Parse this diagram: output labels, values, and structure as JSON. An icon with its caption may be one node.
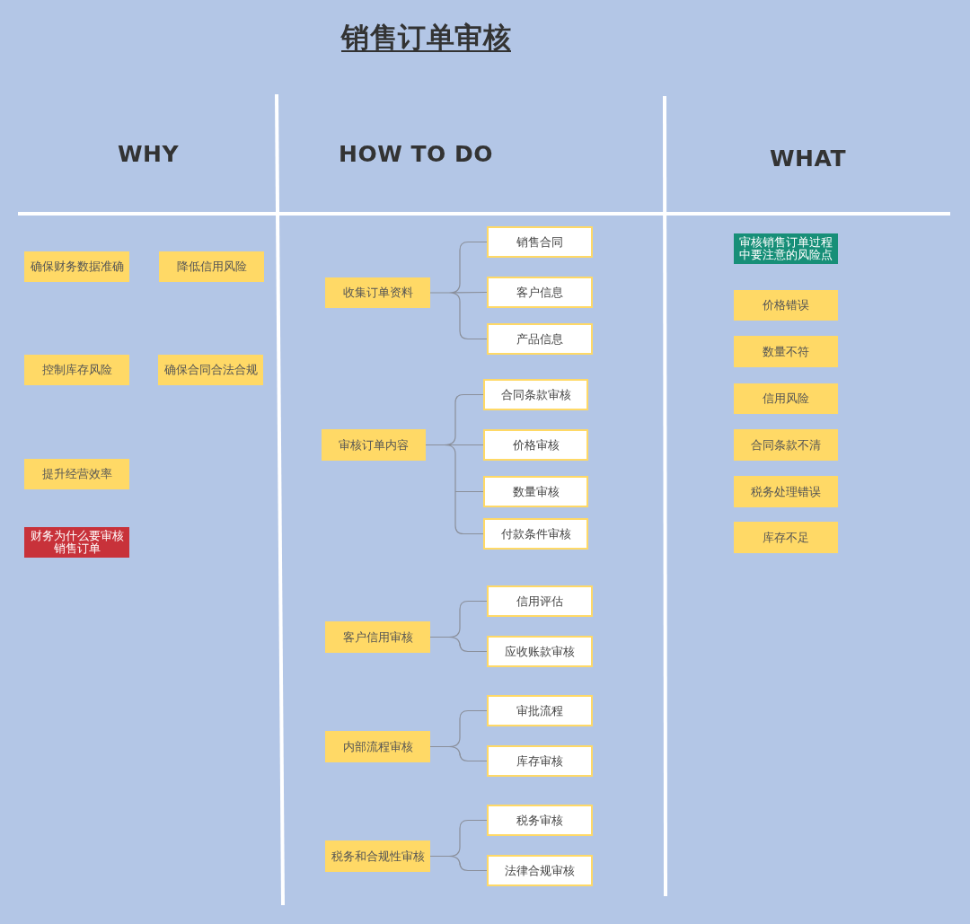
{
  "diagram": {
    "title": "销售订单审核",
    "nodes": [
      {
        "text": [
          "确保财务数据准确"
        ]
      },
      {
        "text": [
          "降低信用风险"
        ]
      },
      {
        "text": [
          "控制库存风险"
        ]
      },
      {
        "text": [
          "确保合同合法合规"
        ]
      },
      {
        "text": [
          "提升经营效率"
        ]
      },
      {
        "text": [
          "财务为什么要审核销售订单"
        ]
      },
      {
        "text": [
          "收集订单资料"
        ]
      },
      {
        "text": [
          "销售合同"
        ]
      },
      {
        "text": [
          "客户信息"
        ]
      },
      {
        "text": [
          "产品信息"
        ]
      },
      {
        "text": [
          "审核订单内容"
        ]
      },
      {
        "text": [
          "合同条款审核"
        ]
      },
      {
        "text": [
          "价格审核"
        ]
      },
      {
        "text": [
          "数量审核"
        ]
      },
      {
        "text": [
          "付款条件审核"
        ]
      },
      {
        "text": [
          "客户信用审核"
        ]
      },
      {
        "text": [
          "信用评估"
        ]
      },
      {
        "text": [
          "应收账款审核"
        ]
      },
      {
        "text": [
          "内部流程审核"
        ]
      },
      {
        "text": [
          "审批流程"
        ]
      },
      {
        "text": [
          "库存审核"
        ]
      },
      {
        "text": [
          "税务和合规性审核"
        ]
      },
      {
        "text": [
          "税务审核"
        ]
      },
      {
        "text": [
          "法律合规审核"
        ]
      },
      {
        "text": [
          "审核销售订单过程中要注意的风险点"
        ]
      },
      {
        "text": [
          "价格错误"
        ]
      },
      {
        "text": [
          "数量不符"
        ]
      },
      {
        "text": [
          "信用风险"
        ]
      },
      {
        "text": [
          "合同条款不清"
        ]
      },
      {
        "text": [
          "税务处理错误"
        ]
      },
      {
        "text": [
          "库存不足"
        ]
      }
    ],
    "edges": [
      {
        "from": 6,
        "to": 7,
        "arrow": "none"
      },
      {
        "from": 6,
        "to": 8,
        "arrow": "none"
      },
      {
        "from": 6,
        "to": 9,
        "arrow": "none"
      },
      {
        "from": 10,
        "to": 11,
        "arrow": "none"
      },
      {
        "from": 10,
        "to": 12,
        "arrow": "none"
      },
      {
        "from": 10,
        "to": 13,
        "arrow": "none"
      },
      {
        "from": 10,
        "to": 14,
        "arrow": "none"
      },
      {
        "from": 15,
        "to": 16,
        "arrow": "none"
      },
      {
        "from": 15,
        "to": 17,
        "arrow": "none"
      },
      {
        "from": 18,
        "to": 19,
        "arrow": "none"
      },
      {
        "from": 18,
        "to": 20,
        "arrow": "none"
      },
      {
        "from": 21,
        "to": 22,
        "arrow": "none"
      },
      {
        "from": 21,
        "to": 23,
        "arrow": "none"
      }
    ],
    "labels": [
      "WHY",
      "HOW TO DO",
      "WHAT"
    ]
  }
}
